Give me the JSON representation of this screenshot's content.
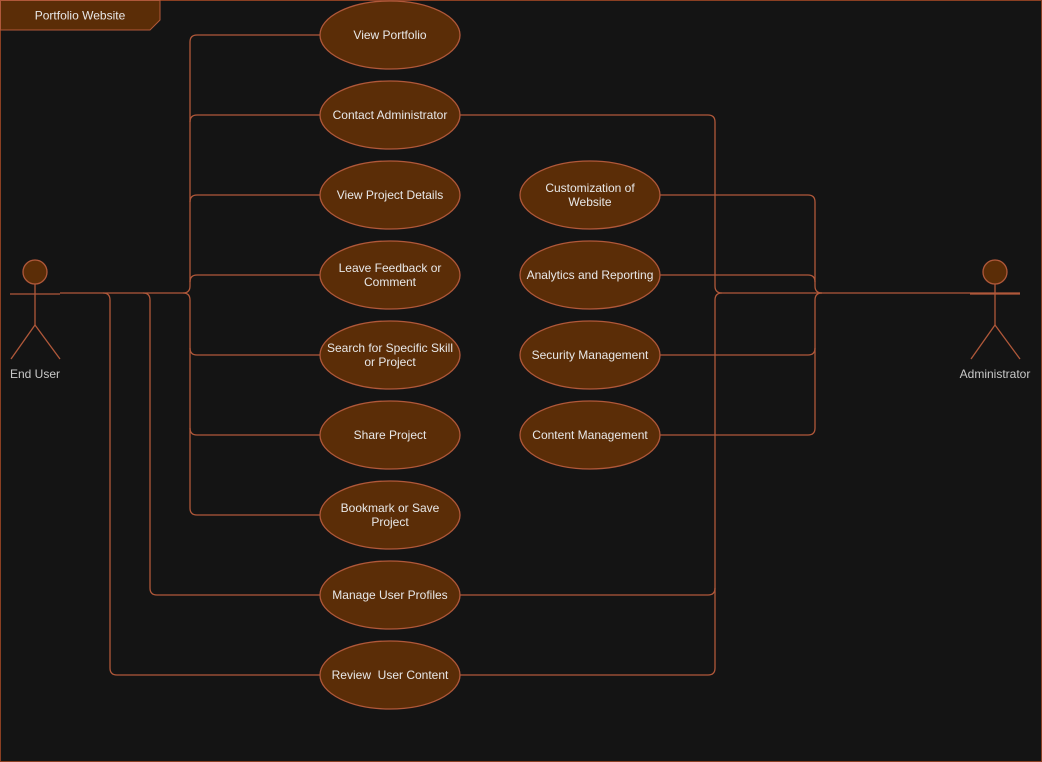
{
  "diagram": {
    "frame_title": "Portfolio Website",
    "colors": {
      "background": "#141414",
      "line": "#b0583a",
      "fill": "#5b2d07",
      "text_light": "#e8e8e8",
      "actor_label": "#c9c9c9"
    },
    "actors": {
      "end_user": {
        "label": "End User"
      },
      "administrator": {
        "label": "Administrator"
      }
    },
    "use_cases": {
      "view_portfolio": [
        "View Portfolio"
      ],
      "contact_administrator": [
        "Contact Administrator"
      ],
      "view_project_details": [
        "View Project Details"
      ],
      "leave_feedback": [
        "Leave Feedback or",
        "Comment"
      ],
      "search_skill": [
        "Search for Specific Skill",
        "or Project"
      ],
      "share_project": [
        "Share Project"
      ],
      "bookmark_project": [
        "Bookmark or Save",
        "Project"
      ],
      "manage_user_profiles": [
        "Manage User Profiles"
      ],
      "review_user_content": [
        "Review  User Content"
      ],
      "customization": [
        "Customization of",
        "Website"
      ],
      "analytics": [
        "Analytics and Reporting"
      ],
      "security": [
        "Security Management"
      ],
      "content_management": [
        "Content Management"
      ]
    },
    "associations": {
      "end_user": [
        "view_portfolio",
        "contact_administrator",
        "view_project_details",
        "leave_feedback",
        "search_skill",
        "share_project",
        "bookmark_project",
        "manage_user_profiles",
        "review_user_content"
      ],
      "administrator": [
        "contact_administrator",
        "customization",
        "analytics",
        "security",
        "content_management",
        "manage_user_profiles",
        "review_user_content"
      ]
    }
  }
}
